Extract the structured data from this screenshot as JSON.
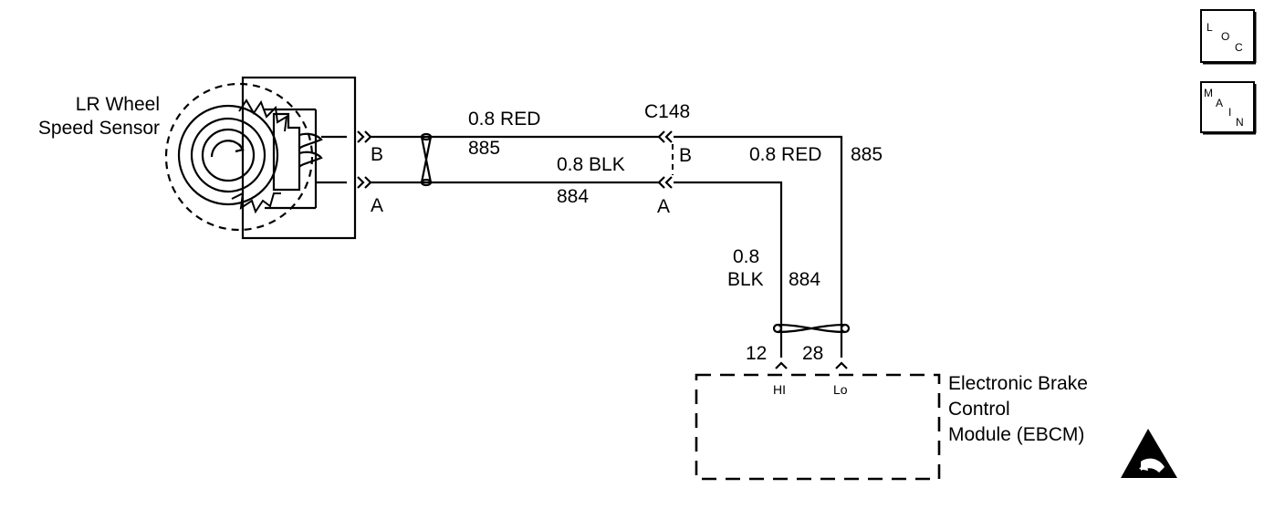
{
  "sensor": {
    "label_line1": "LR Wheel",
    "label_line2": "Speed Sensor"
  },
  "connector": {
    "name": "C148"
  },
  "pins": {
    "b_left": "B",
    "a_left": "A",
    "b_right": "B",
    "a_right": "A"
  },
  "wires": {
    "top_color": "0.8 RED",
    "top_circuit": "885",
    "bottom_color": "0.8 BLK",
    "bottom_circuit": "884",
    "right_color": "0.8 RED",
    "right_circuit": "885",
    "vertical_color_line1": "0.8",
    "vertical_color_line2": "BLK",
    "vertical_circuit": "884"
  },
  "module": {
    "pin_hi_number": "12",
    "pin_lo_number": "28",
    "pin_hi_label": "HI",
    "pin_lo_label": "Lo",
    "name_line1": "Electronic Brake",
    "name_line2": "Control",
    "name_line3": "Module (EBCM)"
  },
  "badges": {
    "loc": {
      "l1": "L",
      "l2": "O",
      "l3": "C"
    },
    "main": {
      "l1": "M",
      "l2": "A",
      "l3": "I",
      "l4": "N"
    }
  },
  "icons": [
    "esd-warning-icon",
    "twisted-pair-icon",
    "wheel-speed-sensor-icon"
  ]
}
